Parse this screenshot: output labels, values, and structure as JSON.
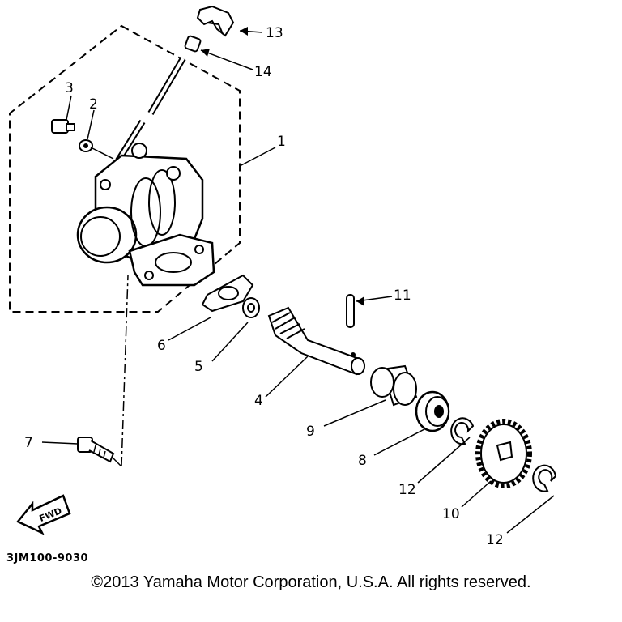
{
  "labels": {
    "p1": "1",
    "p2": "2",
    "p3": "3",
    "p4": "4",
    "p5": "5",
    "p6": "6",
    "p7": "7",
    "p8": "8",
    "p9": "9",
    "p10": "10",
    "p11": "11",
    "p12a": "12",
    "p12b": "12",
    "p13": "13",
    "p14": "14"
  },
  "fwd_label": "FWD",
  "part_code": "3JM100-9030",
  "copyright": "©2013 Yamaha Motor Corporation, U.S.A. All rights reserved.",
  "icons": [
    "fwd-arrow-icon"
  ]
}
